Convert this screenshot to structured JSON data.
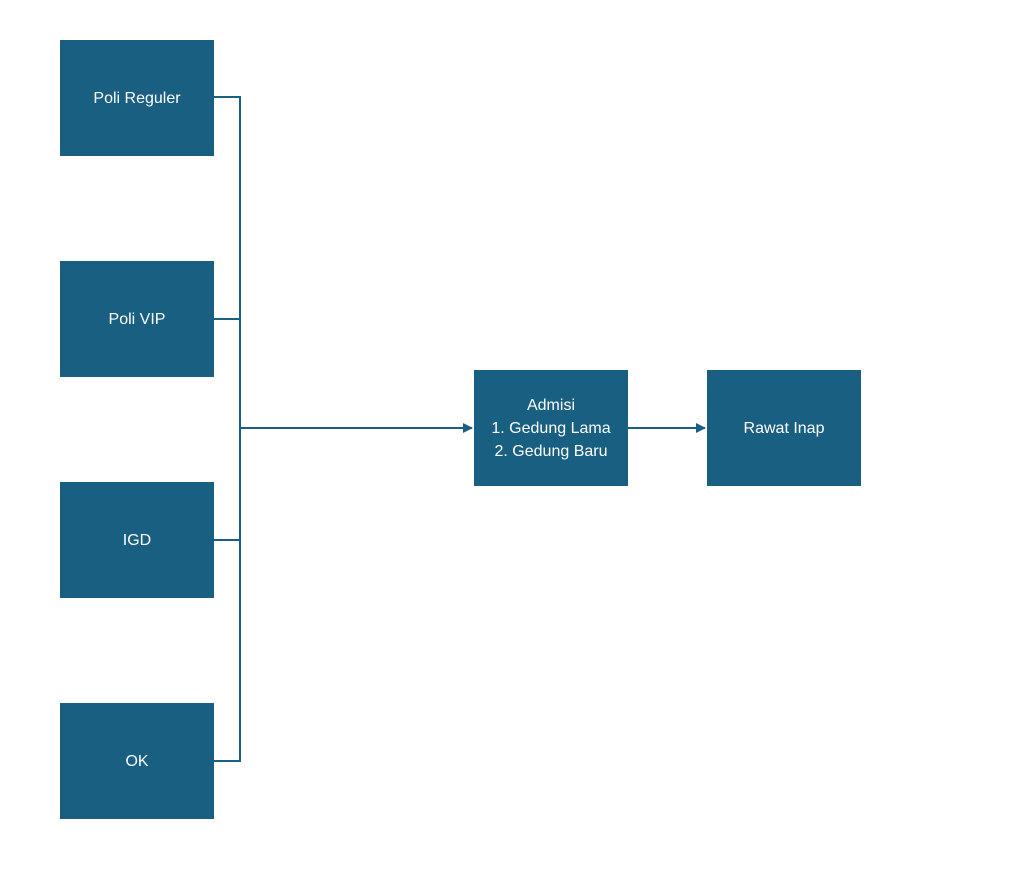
{
  "colors": {
    "node_fill": "#195f82",
    "node_text": "#ffffff",
    "connector": "#195f82"
  },
  "nodes": {
    "poli_reguler": {
      "label": "Poli Reguler"
    },
    "poli_vip": {
      "label": "Poli VIP"
    },
    "igd": {
      "label": "IGD"
    },
    "ok": {
      "label": "OK"
    },
    "admisi": {
      "lines": [
        "Admisi",
        "1. Gedung Lama",
        "2. Gedung Baru"
      ]
    },
    "rawat_inap": {
      "label": "Rawat Inap"
    }
  },
  "edges": [
    {
      "from": "poli_reguler",
      "to": "admisi"
    },
    {
      "from": "poli_vip",
      "to": "admisi"
    },
    {
      "from": "igd",
      "to": "admisi"
    },
    {
      "from": "ok",
      "to": "admisi"
    },
    {
      "from": "admisi",
      "to": "rawat_inap"
    }
  ]
}
